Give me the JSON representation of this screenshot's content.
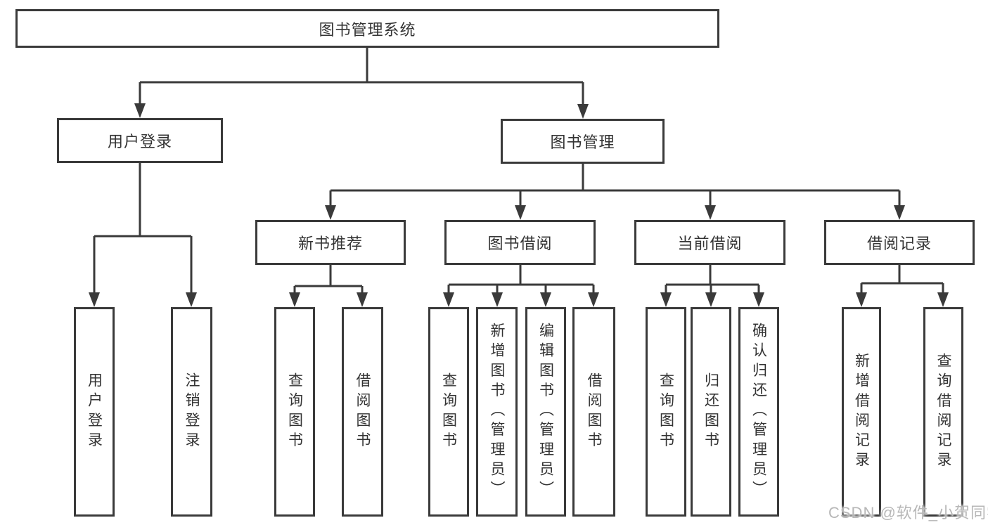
{
  "palette": {
    "line": "#3a3a3a",
    "box_border": "#3a3a3a",
    "box_fill": "#ffffff",
    "text": "#333333",
    "watermark_text": "#b7b7b7",
    "background": "#ffffff"
  },
  "watermark": "CSDN @软件_小贺同学",
  "tree": {
    "label": "图书管理系统",
    "children": [
      {
        "label": "用户登录",
        "children": [
          {
            "label": "用户登录"
          },
          {
            "label": "注销登录"
          }
        ]
      },
      {
        "label": "图书管理",
        "children": [
          {
            "label": "新书推荐",
            "children": [
              {
                "label": "查询图书"
              },
              {
                "label": "借阅图书"
              }
            ]
          },
          {
            "label": "图书借阅",
            "children": [
              {
                "label": "查询图书"
              },
              {
                "label": "新增图书（管理员）"
              },
              {
                "label": "编辑图书（管理员）"
              },
              {
                "label": "借阅图书"
              }
            ]
          },
          {
            "label": "当前借阅",
            "children": [
              {
                "label": "查询图书"
              },
              {
                "label": "归还图书"
              },
              {
                "label": "确认归还（管理员）"
              }
            ]
          },
          {
            "label": "借阅记录",
            "children": [
              {
                "label": "新增借阅记录"
              },
              {
                "label": "查询借阅记录"
              }
            ]
          }
        ]
      }
    ]
  }
}
